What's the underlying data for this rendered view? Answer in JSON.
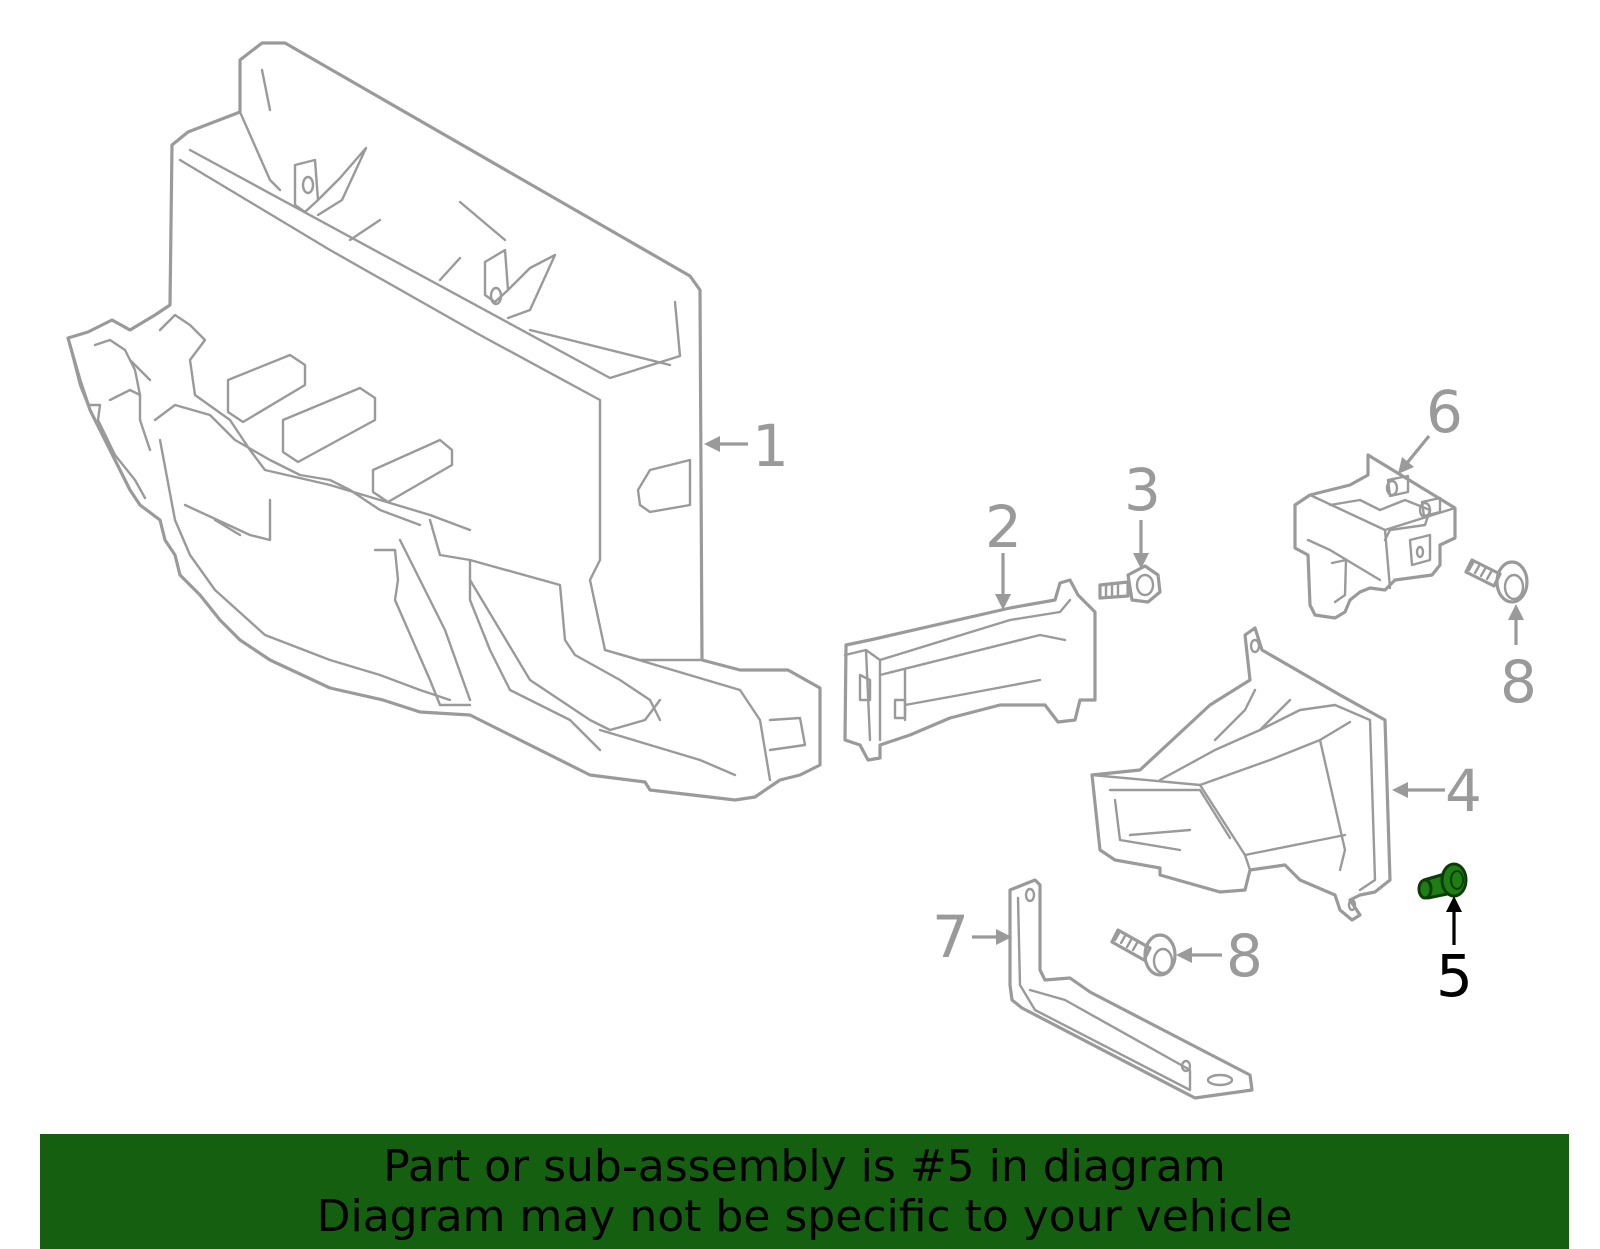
{
  "diagram": {
    "callouts": [
      {
        "id": "1",
        "label": "1"
      },
      {
        "id": "2",
        "label": "2"
      },
      {
        "id": "3",
        "label": "3"
      },
      {
        "id": "4",
        "label": "4"
      },
      {
        "id": "5",
        "label": "5",
        "highlighted": true
      },
      {
        "id": "6",
        "label": "6"
      },
      {
        "id": "7",
        "label": "7"
      },
      {
        "id": "8a",
        "label": "8"
      },
      {
        "id": "8b",
        "label": "8"
      }
    ],
    "colors": {
      "line_art": "#9a9a9a",
      "highlight_part": "#1e7d14",
      "banner_bg": "#156010",
      "text_dark": "#000000"
    }
  },
  "banner": {
    "line1": "Part or sub-assembly is #5 in diagram",
    "line2": "Diagram may not be specific to your vehicle"
  }
}
